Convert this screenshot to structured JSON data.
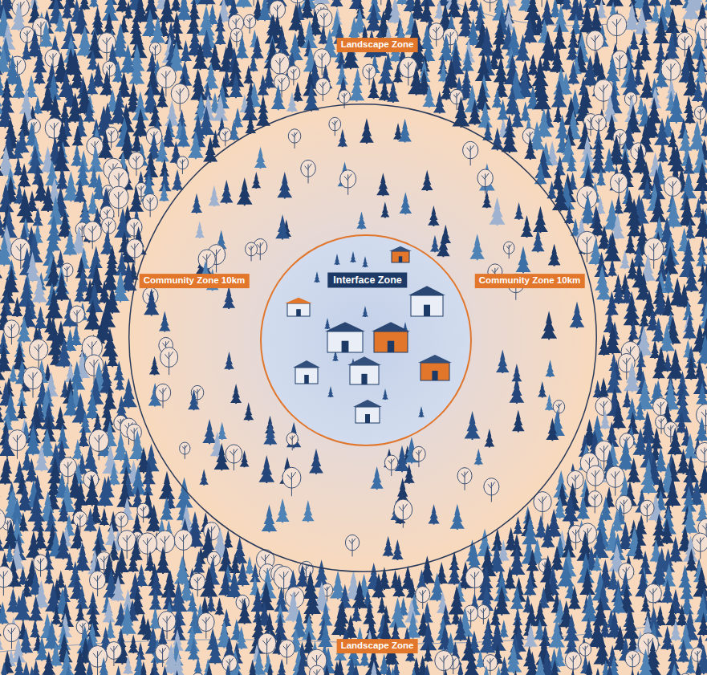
{
  "diagram": {
    "nodes": [
      {
        "text": [
          "Community Zone 10km",
          "Community Zone 10km"
        ]
      },
      {
        "text": [
          "Interface Zone"
        ],
        "in": 0
      }
    ],
    "labels": [
      "Landscape Zone",
      "Landscape Zone"
    ]
  }
}
